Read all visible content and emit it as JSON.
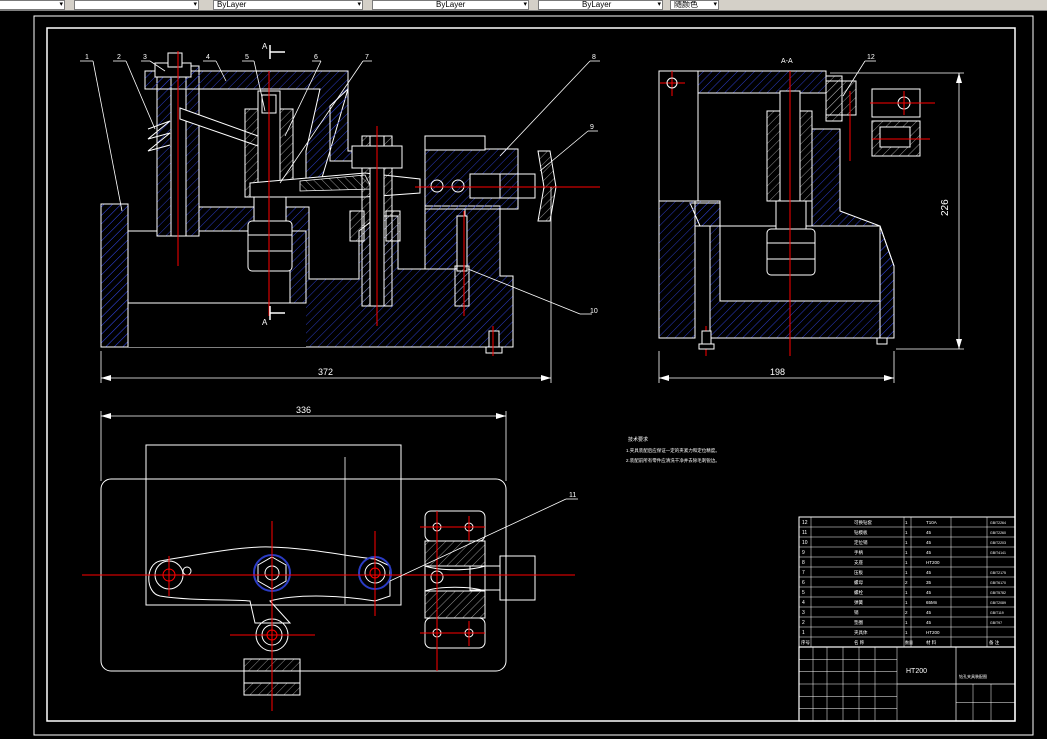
{
  "toolbar": {
    "fields": [
      "",
      "",
      "ByLayer",
      "ByLayer",
      "ByLayer",
      "随颜色"
    ]
  },
  "drawing": {
    "dimensions": {
      "front_width": "372",
      "side_width": "198",
      "side_height": "226",
      "top_width": "336"
    },
    "section_labels": {
      "cut_top": "A",
      "cut_bottom": "A",
      "side_view_title": "A-A"
    },
    "balloons": [
      "1",
      "2",
      "3",
      "4",
      "5",
      "6",
      "7",
      "8",
      "9",
      "10",
      "11",
      "12"
    ],
    "tech_notes": {
      "heading": "技术要求",
      "line1": "1.夹具装配后应保证一定的夹紧力和定位精度。",
      "line2": "2.装配前所有零件应清洗干净并去除毛刺锐边。"
    },
    "title_block": {
      "material": "HT200",
      "drawing_name": "钻孔夹具装配图",
      "rows": [
        {
          "no": "12",
          "name": "可换钻套",
          "qty": "1",
          "mat": "T10A",
          "std": "GB/T2264"
        },
        {
          "no": "11",
          "name": "钻模板",
          "qty": "1",
          "mat": "45",
          "std": "GB/T2260"
        },
        {
          "no": "10",
          "name": "定位销",
          "qty": "1",
          "mat": "45",
          "std": "GB/T2203"
        },
        {
          "no": "9",
          "name": "手柄",
          "qty": "1",
          "mat": "45",
          "std": "GB/T4141"
        },
        {
          "no": "8",
          "name": "支座",
          "qty": "1",
          "mat": "HT200",
          "std": ""
        },
        {
          "no": "7",
          "name": "压板",
          "qty": "1",
          "mat": "45",
          "std": "GB/T2175"
        },
        {
          "no": "6",
          "name": "螺母",
          "qty": "2",
          "mat": "35",
          "std": "GB/T6170"
        },
        {
          "no": "5",
          "name": "螺栓",
          "qty": "1",
          "mat": "45",
          "std": "GB/T5782"
        },
        {
          "no": "4",
          "name": "弹簧",
          "qty": "1",
          "mat": "65Mn",
          "std": "GB/T2089"
        },
        {
          "no": "3",
          "name": "销",
          "qty": "2",
          "mat": "45",
          "std": "GB/T119"
        },
        {
          "no": "2",
          "name": "垫圈",
          "qty": "1",
          "mat": "45",
          "std": "GB/T97"
        },
        {
          "no": "1",
          "name": "夹具体",
          "qty": "1",
          "mat": "HT200",
          "std": ""
        }
      ],
      "header": {
        "no": "序号",
        "name": "名 称",
        "qty": "数量",
        "mat": "材 料",
        "std": "备 注"
      }
    }
  },
  "colors": {
    "background": "#000000",
    "outline": "#ffffff",
    "hatch": "#2b3cc4",
    "centerline": "#ff0000",
    "leader": "#ffffff"
  }
}
